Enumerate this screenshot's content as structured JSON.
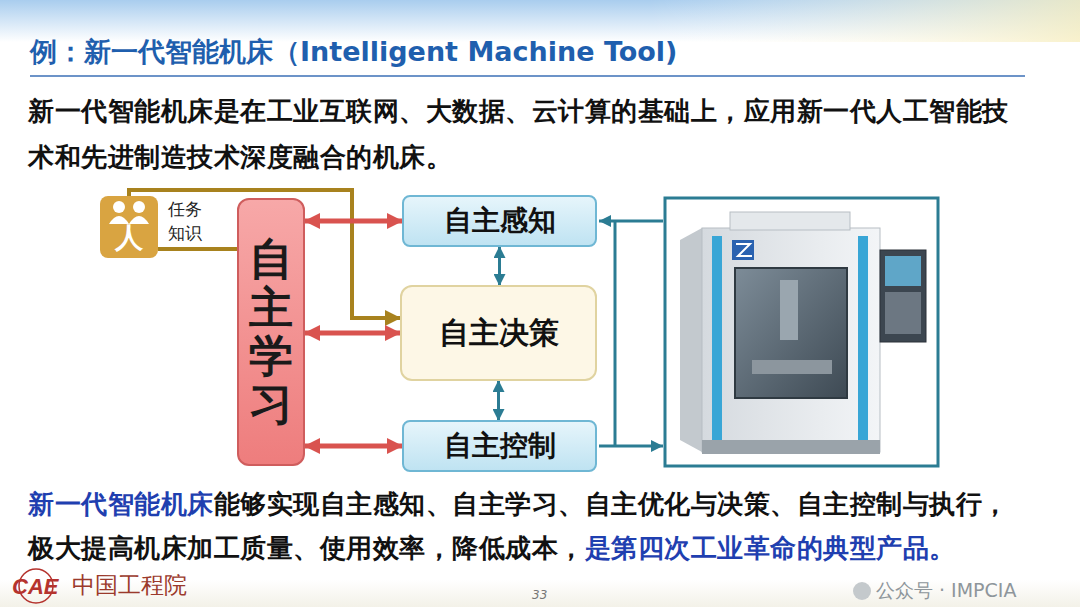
{
  "diagram": {
    "title": "例：新一代智能机床（Intelligent Machine Tool)",
    "nodes": [
      {
        "text": [
          "人"
        ]
      },
      {
        "text": [
          "自主学习"
        ]
      },
      {
        "text": [
          "自主感知"
        ]
      },
      {
        "text": [
          "自主决策"
        ]
      },
      {
        "text": [
          "自主控制"
        ]
      }
    ],
    "edges": [
      {
        "from": 0,
        "to": 3,
        "label": "任务",
        "arrow": "to"
      },
      {
        "from": 0,
        "to": 1,
        "label": "知识",
        "arrow": "none"
      },
      {
        "from": 1,
        "to": 2,
        "arrow": "both"
      },
      {
        "from": 1,
        "to": 3,
        "arrow": "both"
      },
      {
        "from": 1,
        "to": 4,
        "arrow": "both"
      },
      {
        "from": 2,
        "to": 3,
        "arrow": "both"
      },
      {
        "from": 3,
        "to": 4,
        "arrow": "both"
      }
    ],
    "labels": [
      "新一代智能机床是在工业互联网、大数据、云计算的基础上，应用新一代人工智能技术和先进制造技术深度融合的机床。",
      "新一代智能机床",
      "能够实现自主感知、自主学习、自主优化与决策、自主控制与执行，极大提高机床加工质量、使用效率，降低成本，",
      "是第四次工业革命的典型产品。",
      "CAE",
      "中国工程院",
      "33",
      "公众号 · IMPCIA"
    ]
  }
}
